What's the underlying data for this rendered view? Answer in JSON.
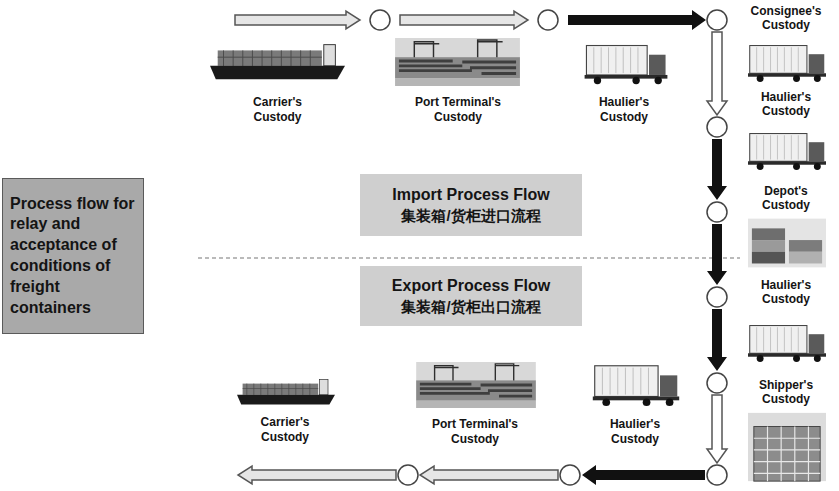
{
  "diagram": {
    "nodes": [
      {
        "text": [
          "Process flow for relay and acceptance of conditions of freight containers"
        ]
      },
      {
        "text": [
          "Import Process Flow",
          "集装箱/货柜进口流程"
        ]
      },
      {
        "text": [
          "Export Process Flow",
          "集装箱/货柜出口流程"
        ]
      },
      {
        "text": [
          "Carrier's Custody"
        ]
      },
      {
        "text": [
          "Port Terminal's Custody"
        ]
      },
      {
        "text": [
          "Haulier's Custody"
        ]
      },
      {
        "text": [
          "Consignee's Custody"
        ]
      },
      {
        "text": [
          "Haulier's Custody"
        ]
      },
      {
        "text": [
          "Depot's Custody"
        ]
      },
      {
        "text": [
          "Haulier's Custody"
        ]
      },
      {
        "text": [
          "Shipper's Custody"
        ]
      },
      {
        "text": [
          "Carrier's Custody"
        ]
      },
      {
        "text": [
          "Port Terminal's Custody"
        ]
      },
      {
        "text": [
          "Haulier's Custody"
        ]
      }
    ]
  }
}
